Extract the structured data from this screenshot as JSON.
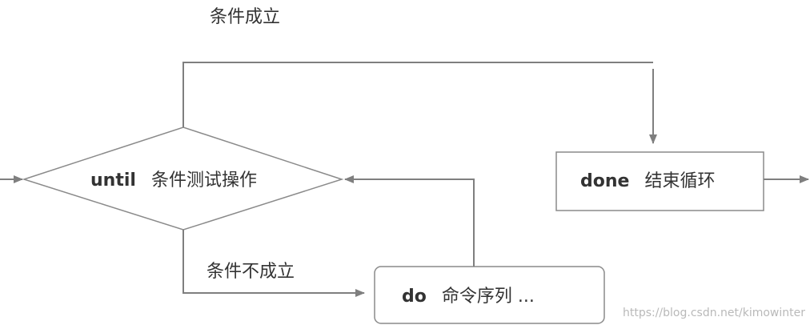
{
  "labels": {
    "condition_true": "条件成立",
    "condition_false": "条件不成立"
  },
  "nodes": {
    "until": {
      "keyword": "until",
      "text": "条件测试操作"
    },
    "done": {
      "keyword": "done",
      "text": "结束循环"
    },
    "do": {
      "keyword": "do",
      "text": "命令序列 ..."
    }
  },
  "watermark": "https://blog.csdn.net/kimowinter"
}
